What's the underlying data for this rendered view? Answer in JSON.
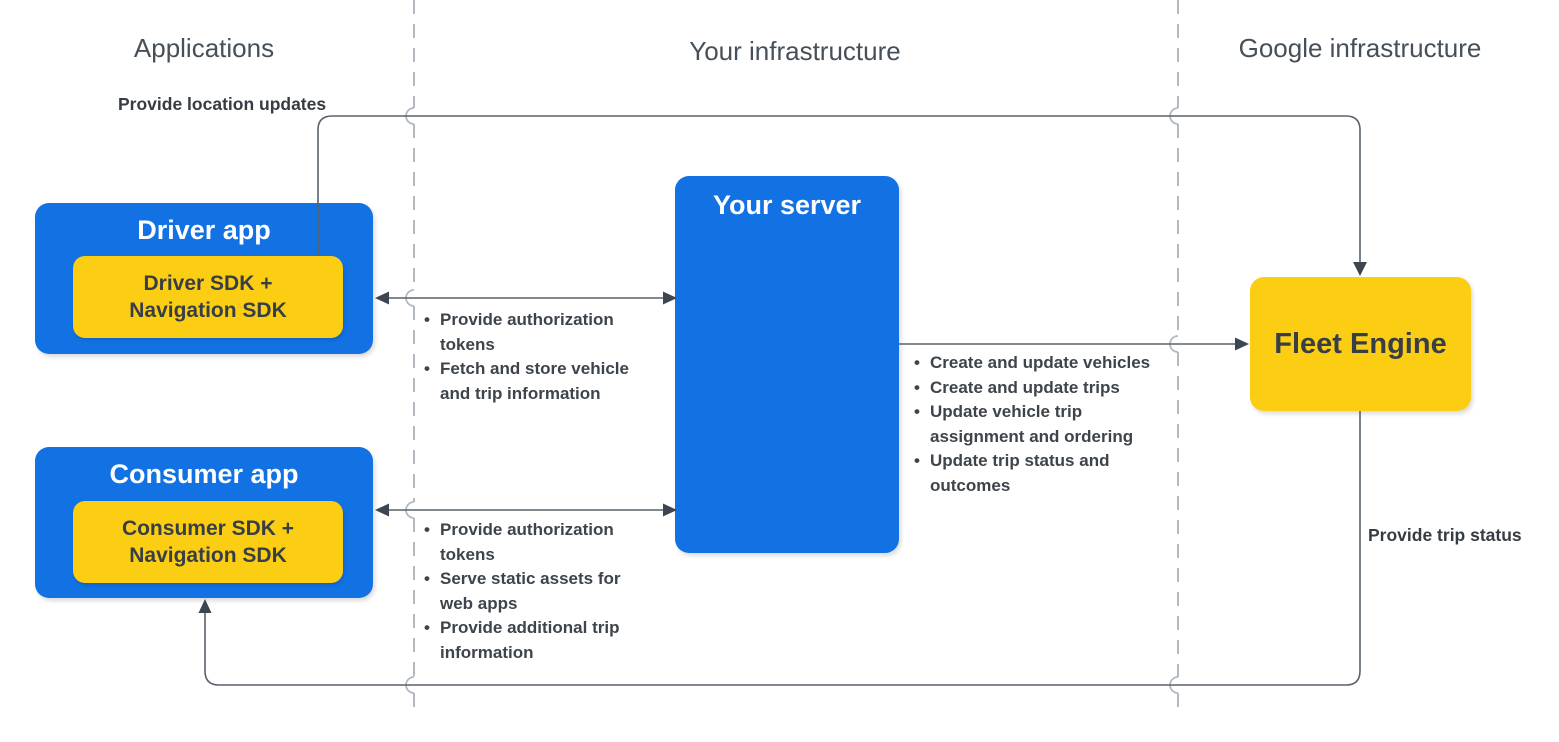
{
  "columns": [
    {
      "label": "Applications"
    },
    {
      "label": "Your infrastructure"
    },
    {
      "label": "Google infrastructure"
    }
  ],
  "nodes": {
    "driver_app": {
      "title": "Driver app",
      "sdk_label": "Driver SDK + Navigation SDK"
    },
    "consumer_app": {
      "title": "Consumer app",
      "sdk_label": "Consumer SDK + Navigation SDK"
    },
    "your_server": {
      "title": "Your server"
    },
    "fleet_engine": {
      "title": "Fleet Engine"
    }
  },
  "edges": {
    "provide_location_updates": {
      "label": "Provide location updates",
      "from": "Driver app",
      "to": "Fleet Engine",
      "direction": "one-way"
    },
    "driver_server_sync": {
      "from": "Driver app",
      "to": "Your server",
      "direction": "two-way",
      "items": [
        "Provide authorization tokens",
        "Fetch and store vehicle and trip information"
      ]
    },
    "consumer_server_sync": {
      "from": "Consumer app",
      "to": "Your server",
      "direction": "two-way",
      "items": [
        "Provide authorization tokens",
        "Serve static assets for web apps",
        "Provide additional trip information"
      ]
    },
    "server_fleet": {
      "from": "Your server",
      "to": "Fleet Engine",
      "direction": "one-way",
      "items": [
        "Create and update vehicles",
        "Create and update trips",
        "Update vehicle trip assignment and ordering",
        "Update trip status and outcomes"
      ]
    },
    "provide_trip_status": {
      "label": "Provide trip status",
      "from": "Fleet Engine",
      "to": "Consumer app",
      "direction": "one-way"
    }
  },
  "colors": {
    "box_blue": "#1272e3",
    "box_yellow": "#fcce13",
    "title_on_blue": "#ffffff",
    "dark_text": "#383e45",
    "bullet_text": "#3d444b",
    "header_text": "#46505a",
    "wire": "#59616a",
    "arrowhead": "#3c4651",
    "divider": "#b3b9c0"
  }
}
